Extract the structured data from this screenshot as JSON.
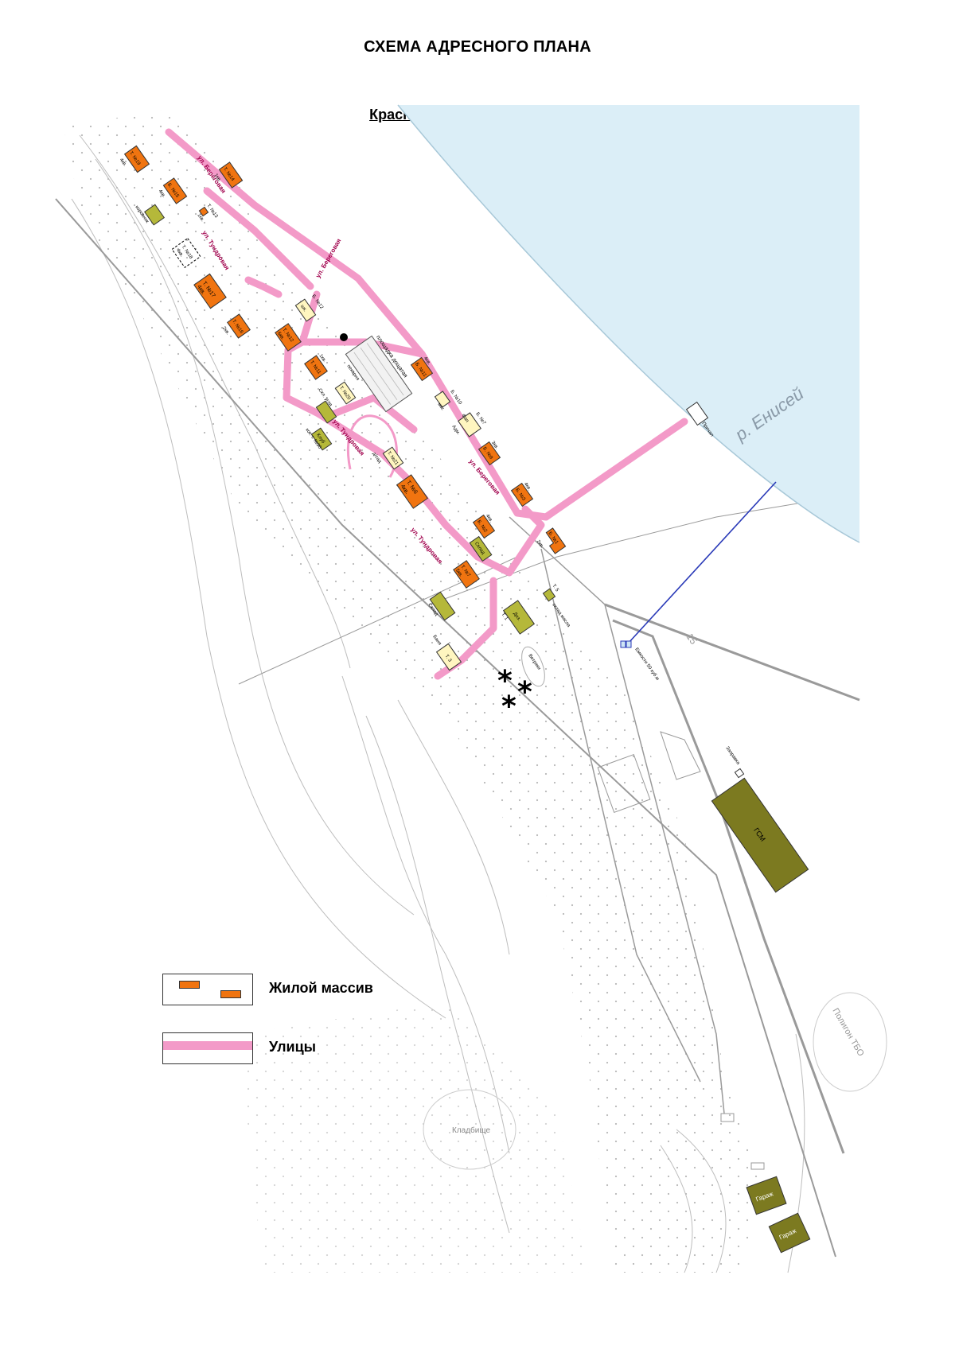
{
  "title": "СХЕМА АДРЕСНОГО ПЛАНА",
  "subtitle": "Красноярский край,  п. ЛевинскиеПески",
  "colors": {
    "residential": "#f07410",
    "street": "#f39ac8",
    "service": "#b5b83a",
    "public": "#fff6c0",
    "river": "#dbeef7",
    "gsm": "#7c7a20"
  },
  "river_label": "р. Енисей",
  "streets": {
    "beregovaya_1": "ул. Береговая",
    "beregovaya_2": "ул. Береговая",
    "beregovaya_3": "ул. Береговая",
    "tundrovaya_1": "ул. Тундровая",
    "tundrovaya_2": "ул. Тундровая",
    "tundrovaya_3": "ул. Тундровая"
  },
  "residential": [
    {
      "id": "t19",
      "num": "Т. №19",
      "note": "4кв."
    },
    {
      "id": "t14",
      "num": "Т. №14",
      "note": "1кв."
    },
    {
      "id": "b15",
      "num": "Б. №15",
      "note": "4кв."
    },
    {
      "id": "t17",
      "num": "Т. №17",
      "note": "4кв."
    },
    {
      "id": "t16",
      "num": "Т. №16",
      "note": "2кв."
    },
    {
      "id": "t12",
      "num": "Т. №12",
      "note": "6кв."
    },
    {
      "id": "t11",
      "num": "Т. №11",
      "note": "1кв."
    },
    {
      "id": "b11",
      "num": "Б. №11",
      "note": "4кв."
    },
    {
      "id": "b9",
      "num": "Б. №9",
      "note": "3кв."
    },
    {
      "id": "b3",
      "num": "Б. №3",
      "note": "4кв."
    },
    {
      "id": "t6",
      "num": "Т. №6",
      "note": "4кв."
    },
    {
      "id": "b2",
      "num": "Б. №2",
      "note": "4кв."
    },
    {
      "id": "b1",
      "num": "Б. №1",
      "note": "2кв."
    },
    {
      "id": "t7",
      "num": "Т. №7",
      "note": "5кв."
    }
  ],
  "small_labels": {
    "t13": "Т. №13",
    "t13_note": "1кв.",
    "t18": "Т. №18",
    "t18_note": "4кв.",
    "b12": "Б. №12",
    "b10": "Б. №10",
    "b7": "Б. №7",
    "t20": "Т. №20",
    "t21": "Т. №21",
    "t3": "Т. 3",
    "t5": "Т. 5",
    "t1": "Т. 1",
    "shk": "шк.",
    "mag": "маг.",
    "fap": "Фап",
    "adm": "Адм.",
    "dizl": "Диз.",
    "klub": "Клуб",
    "ploshchadka": "площадка дощатая",
    "pekarnya": "пекарня",
    "skl_uglya": "Скл. угля",
    "kot": "кот. т. №30",
    "dsad": "д/сад",
    "korovnik": "коровник",
    "prichal": "Причал",
    "sklad1": "Склад",
    "sklad2": "Склад",
    "sklad_masla": "склад масла",
    "banya": "Баня",
    "vetryaki": "Ветряки",
    "emkosti": "Емкости 50 куб.м",
    "zapravka": "Заправка",
    "gsm": "ГСМ",
    "garazh1": "Гараж",
    "garazh2": "Гараж",
    "kladbishche": "Кладбище",
    "poligon": "Полигон ТБО",
    "n15": "15"
  },
  "legend": {
    "residential": "Жилой массив",
    "streets": "Улицы"
  }
}
